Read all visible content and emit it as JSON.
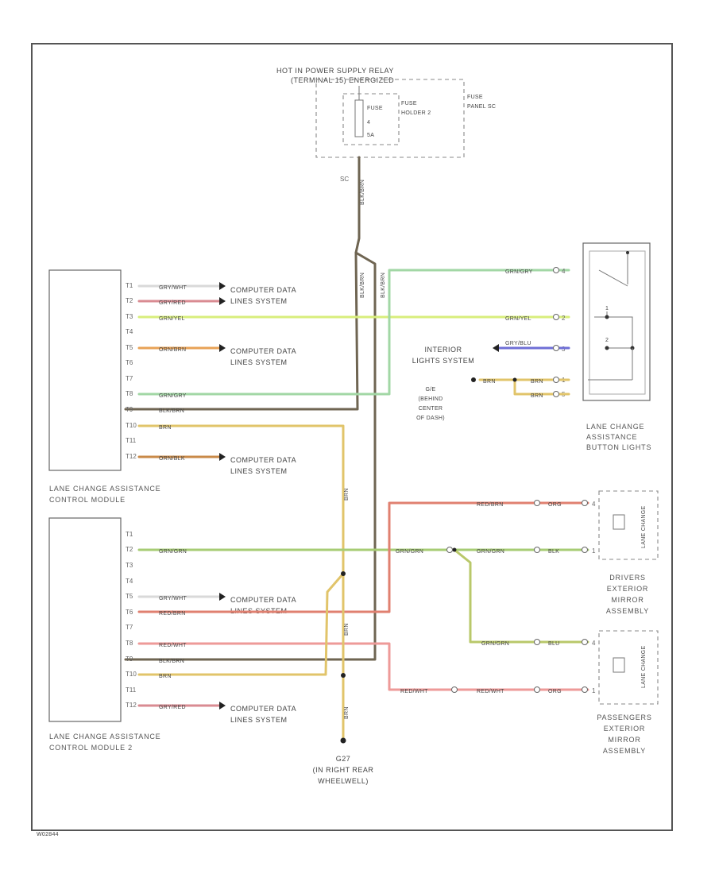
{
  "relay": {
    "line1": "HOT IN POWER SUPPLY RELAY",
    "line2": "(TERMINAL 15) ENERGIZED"
  },
  "fuse": {
    "label": "FUSE",
    "number": "4",
    "rating": "5A",
    "holder_line1": "FUSE",
    "holder_line2": "HOLDER 2",
    "panel_line1": "FUSE",
    "panel_line2": "PANEL SC",
    "out_pin": "SC"
  },
  "wire_labels": {
    "fuse_feed": "BLK/BRN",
    "bus_a": "BLK/BRN",
    "bus_b": "BLK/BRN",
    "cm1_pin1": "GRY/WHT",
    "cm1_pin2": "GRY/RED",
    "cm1_pin3": "GRN/YEL",
    "cm1_pin4": "ORN/BRN",
    "cm1_pin8": "GRN/GRY",
    "cm1_pin9": "BLK/BRN",
    "cm1_pin10": "BRN",
    "cm1_pin12": "ORN/BLK",
    "btn_grngry": "GRN/GRY",
    "btn_grnyel": "GRN/YEL",
    "btn_grnblu": "GRY/BLU",
    "btn_brn_a": "BRN",
    "btn_brn_b": "BRN",
    "btn_brn_c": "BRN",
    "ground_brn_v": "BRN",
    "ground_brn_low": "BRN",
    "cm2_brn_v": "BRN",
    "drv_redbrn": "RED/BRN",
    "drv_grn_a": "GRN/GRN",
    "drv_grn_b": "GRN/GRN",
    "drv_org": "ORG",
    "drv_blk": "BLK",
    "pass_grn": "GRN/GRN",
    "pass_blu": "BLU",
    "pass_red_a": "RED/WHT",
    "pass_red_b": "RED/WHT",
    "pass_org": "ORG",
    "cm2_pin2": "GRN/GRN",
    "cm2_pin6": "GRY/WHT",
    "cm2_pin7": "RED/BRN",
    "cm2_pin8": "RED/WHT",
    "cm2_pin9": "BLK/BRN",
    "cm2_pin10": "BRN",
    "cm2_pin12": "GRY/RED"
  },
  "module1": {
    "name_line1": "LANE CHANGE ASSISTANCE",
    "name_line2": "CONTROL MODULE",
    "pins": [
      "T1",
      "T2",
      "T3",
      "T4",
      "T5",
      "T6",
      "T7",
      "T8",
      "T9",
      "T10",
      "T11",
      "T12"
    ]
  },
  "module2": {
    "name_line1": "LANE CHANGE ASSISTANCE",
    "name_line2": "CONTROL MODULE 2",
    "pins": [
      "T1",
      "T2",
      "T3",
      "T4",
      "T5",
      "T6",
      "T7",
      "T8",
      "T9",
      "T10",
      "T11",
      "T12"
    ]
  },
  "system_refs": {
    "r1_line1": "COMPUTER DATA",
    "r1_line2": "LINES SYSTEM",
    "r2_line1": "COMPUTER DATA",
    "r2_line2": "LINES SYSTEM",
    "r3_line1": "COMPUTER DATA",
    "r3_line2": "LINES SYSTEM",
    "r4_line1": "COMPUTER DATA",
    "r4_line2": "LINES SYSTEM",
    "r5_line1": "COMPUTER DATA",
    "r5_line2": "LINES SYSTEM",
    "interior_line1": "INTERIOR",
    "interior_line2": "LIGHTS SYSTEM"
  },
  "behind_dash": {
    "line1": "G/E",
    "line2": "(BEHIND",
    "line3": "CENTER",
    "line4": "OF DASH)"
  },
  "button": {
    "name_line1": "LANE CHANGE",
    "name_line2": "ASSISTANCE",
    "name_line3": "BUTTON LIGHTS",
    "pins": [
      "4",
      "2",
      "3",
      "1",
      "5"
    ]
  },
  "driver_mirror": {
    "name_line1": "DRIVERS",
    "name_line2": "EXTERIOR",
    "name_line3": "MIRROR",
    "name_line4": "ASSEMBLY",
    "lamp": "LANE CHANGE",
    "pins": [
      "4",
      "1"
    ]
  },
  "pass_mirror": {
    "name_line1": "PASSENGERS",
    "name_line2": "EXTERIOR",
    "name_line3": "MIRROR",
    "name_line4": "ASSEMBLY",
    "lamp": "LANE CHANGE",
    "pins": [
      "4",
      "1"
    ]
  },
  "ground": {
    "id": "G27",
    "line2": "(IN RIGHT REAR",
    "line3": "WHEELWELL)"
  },
  "footer_code": "W02844",
  "colors": {
    "gray_white": "#d9d9d9",
    "gray_red": "#d98b92",
    "green_yellow": "#d8ee7c",
    "orange_brown": "#e8a256",
    "green_gray": "#a2d7a5",
    "black_brown": "#6f6552",
    "brown": "#e1c46a",
    "orange_black": "#c98a48",
    "blue": "#6f6fd6",
    "red_brown": "#e08070",
    "red_white": "#ee9a98",
    "green": "#a7cc74",
    "green_brown": "#b9c86a"
  }
}
